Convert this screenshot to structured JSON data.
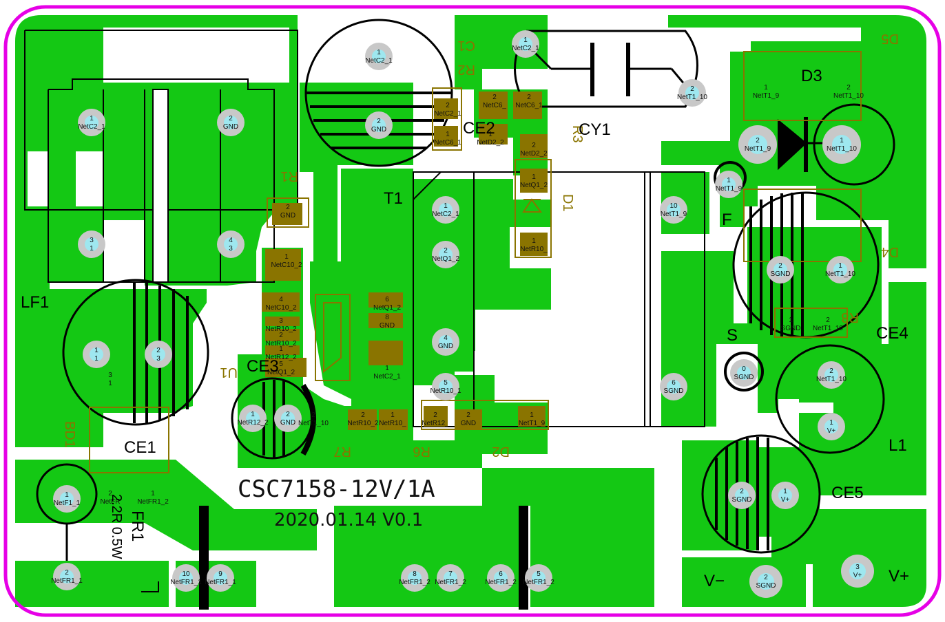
{
  "board": {
    "title": "CSC7158-12V/1A",
    "revision": "2020.01.14  V0.1",
    "colors": {
      "copper": "#14c814",
      "outline": "#e600e6",
      "pad": "#c8c8c8",
      "pad_hole": "#9ee7ef",
      "silk": "#000000",
      "smd": "#8a7400"
    }
  },
  "labels": {
    "lf1": "LF1",
    "ce1": "CE1",
    "bd1": "BD1",
    "fr1": "FR1",
    "fr1_value": "2.2R 0.5W",
    "ce3": "CE3",
    "u1": "U1",
    "r1": "R1",
    "r2": "R2",
    "r3": "R3",
    "r6": "R6",
    "r7": "R7",
    "r8": "R8",
    "c1": "C1",
    "ce2": "CE2",
    "cy1": "CY1",
    "t1": "T1",
    "d1": "D1",
    "d2": "D2",
    "d3": "D3",
    "d4": "D4",
    "d5": "D5",
    "f": "F",
    "s": "S",
    "ce4": "CE4",
    "l1": "L1",
    "ce5": "CE5",
    "vminus": "V−",
    "vplus": "V+"
  },
  "pads": [
    {
      "num": "1",
      "net": "NetC2_1"
    },
    {
      "num": "2",
      "net": "GND"
    },
    {
      "num": "3",
      "net": "1"
    },
    {
      "num": "4",
      "net": "3"
    },
    {
      "num": "1",
      "net": "1"
    },
    {
      "num": "2",
      "net": "3"
    },
    {
      "num": "1",
      "net": "NetF1_1"
    },
    {
      "num": "2",
      "net": "NetFR1_1"
    },
    {
      "num": "10",
      "net": "NetFR1_1"
    },
    {
      "num": "9",
      "net": "NetFR1_1"
    },
    {
      "num": "8",
      "net": "NetFR1_2"
    },
    {
      "num": "7",
      "net": "NetFR1_2"
    },
    {
      "num": "6",
      "net": "NetFR1_2"
    },
    {
      "num": "5",
      "net": "NetFR1_2"
    },
    {
      "num": "1",
      "net": "NetC2_1"
    },
    {
      "num": "2",
      "net": "GND"
    },
    {
      "num": "1",
      "net": "NetC2_1"
    },
    {
      "num": "2",
      "net": "NetT1_10"
    },
    {
      "num": "1",
      "net": "NetC2_1"
    },
    {
      "num": "2",
      "net": "NetQ1_2"
    },
    {
      "num": "4",
      "net": "GND"
    },
    {
      "num": "5",
      "net": "NetR10_1"
    },
    {
      "num": "10",
      "net": "NetT1_9"
    },
    {
      "num": "6",
      "net": "SGND"
    },
    {
      "num": "1",
      "net": "NetR12_2"
    },
    {
      "num": "2",
      "net": "GND"
    },
    {
      "num": "2",
      "net": "NetT1_9"
    },
    {
      "num": "1",
      "net": "NetT1_10"
    },
    {
      "num": "1",
      "net": "NetT1_9"
    },
    {
      "num": "2",
      "net": "SGND"
    },
    {
      "num": "1",
      "net": "NetT1_10"
    },
    {
      "num": "0",
      "net": "SGND"
    },
    {
      "num": "2",
      "net": "NetT1_10"
    },
    {
      "num": "1",
      "net": "V+"
    },
    {
      "num": "2",
      "net": "SGND"
    },
    {
      "num": "1",
      "net": "V+"
    },
    {
      "num": "2",
      "net": "SGND"
    },
    {
      "num": "3",
      "net": "V+"
    }
  ],
  "smd_pads": [
    {
      "num": "2",
      "net": "GND"
    },
    {
      "num": "1",
      "net": "NetC10_2"
    },
    {
      "num": "4",
      "net": "NetC10_2"
    },
    {
      "num": "3",
      "net": "NetR10_2"
    },
    {
      "num": "2",
      "net": "NetR10_2"
    },
    {
      "num": "1",
      "net": "NetR12_2"
    },
    {
      "num": "5",
      "net": "NetQ1_2"
    },
    {
      "num": "6",
      "net": "NetQ1_2"
    },
    {
      "num": "8",
      "net": "GND"
    },
    {
      "num": "1",
      "net": "NetC2_1"
    },
    {
      "num": "2",
      "net": "NetC2_1"
    },
    {
      "num": "1",
      "net": "NetC6_1"
    },
    {
      "num": "2",
      "net": "NetC6_"
    },
    {
      "num": "2",
      "net": "NetC6_1"
    },
    {
      "num": "1",
      "net": "NetD2_2"
    },
    {
      "num": "2",
      "net": "NetD2_2"
    },
    {
      "num": "1",
      "net": "NetQ1_2"
    },
    {
      "num": "1",
      "net": "NetR10_"
    },
    {
      "num": "2",
      "net": "NetR10_2"
    },
    {
      "num": "1",
      "net": "NetR10_"
    },
    {
      "num": "2",
      "net": "NetR12_"
    },
    {
      "num": "2",
      "net": "GND"
    },
    {
      "num": "1",
      "net": "NetT1_9"
    },
    {
      "num": "2",
      "net": "NetT1_10"
    },
    {
      "num": "1",
      "net": "NetT1_9"
    },
    {
      "num": "2",
      "net": "NetT1_10"
    },
    {
      "num": "1",
      "net": "SGND"
    },
    {
      "num": "2",
      "net": "NetT1_10"
    },
    {
      "num": "2",
      "net": "NetFR"
    },
    {
      "num": "1",
      "net": "NetFR1_2"
    },
    {
      "num": "3",
      "net": "1"
    }
  ]
}
